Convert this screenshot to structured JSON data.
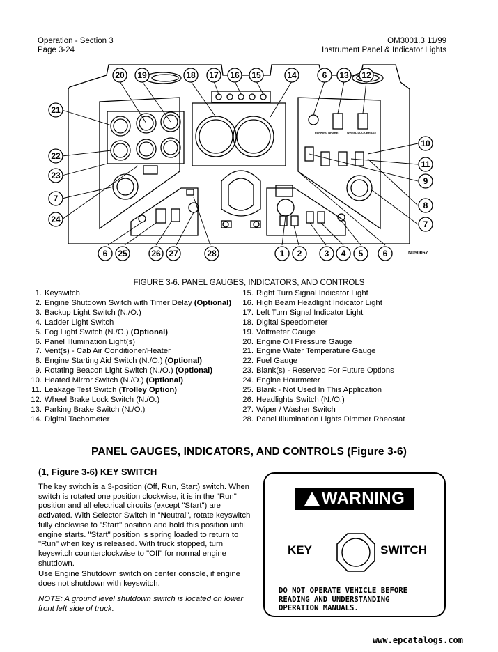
{
  "header": {
    "section": "Operation - Section 3",
    "page": "Page 3-24",
    "doc_id": "OM3001.3 11/99",
    "chapter": "Instrument Panel & Indicator Lights"
  },
  "diagram": {
    "callouts_top": [
      "20",
      "19",
      "18",
      "17",
      "16",
      "15",
      "14",
      "6",
      "13",
      "12"
    ],
    "callouts_left": [
      "21",
      "22",
      "23",
      "7",
      "24"
    ],
    "callouts_right": [
      "10",
      "11",
      "9",
      "8",
      "7"
    ],
    "callouts_bottom": [
      "6",
      "25",
      "26",
      "27",
      "28",
      "1",
      "2",
      "3",
      "4",
      "5",
      "6"
    ],
    "drawing_number": "N050067",
    "panel_labels": {
      "parking_brake": "PARKING BRAKE",
      "wheel_lock_brake": "WHEEL LOCK BRAKE"
    }
  },
  "figure_caption": "FIGURE 3-6. PANEL GAUGES, INDICATORS, AND CONTROLS",
  "legend_left": [
    {
      "num": "1.",
      "text": "Keyswitch",
      "bold": ""
    },
    {
      "num": "2.",
      "text": "Engine Shutdown Switch with Timer Delay ",
      "bold": "(Optional)"
    },
    {
      "num": "3.",
      "text": "Backup Light Switch (N./O.)",
      "bold": ""
    },
    {
      "num": "4.",
      "text": "Ladder Light Switch",
      "bold": ""
    },
    {
      "num": "5.",
      "text": "Fog Light Switch (N./O.) ",
      "bold": "(Optional)"
    },
    {
      "num": "6.",
      "text": "Panel Illumination Light(s)",
      "bold": ""
    },
    {
      "num": "7.",
      "text": "Vent(s) - Cab Air Conditioner/Heater",
      "bold": ""
    },
    {
      "num": "8.",
      "text": "Engine Starting Aid Switch (N./O.) ",
      "bold": "(Optional)"
    },
    {
      "num": "9.",
      "text": "Rotating Beacon Light Switch (N./O.) ",
      "bold": "(Optional)"
    },
    {
      "num": "10.",
      "text": "Heated Mirror Switch (N./O.) ",
      "bold": "(Optional)"
    },
    {
      "num": "11.",
      "text": "Leakage Test Switch ",
      "bold": "(Trolley Option)"
    },
    {
      "num": "12.",
      "text": "Wheel Brake Lock Switch (N./O.)",
      "bold": ""
    },
    {
      "num": "13.",
      "text": "Parking Brake Switch (N./O.)",
      "bold": ""
    },
    {
      "num": "14.",
      "text": "Digital Tachometer",
      "bold": ""
    }
  ],
  "legend_right": [
    {
      "num": "15.",
      "text": "Right Turn Signal Indicator Light"
    },
    {
      "num": "16.",
      "text": "High Beam Headlight Indicator Light"
    },
    {
      "num": "17.",
      "text": "Left Turn Signal Indicator Light"
    },
    {
      "num": "18.",
      "text": "Digital Speedometer"
    },
    {
      "num": "19.",
      "text": "Voltmeter Gauge"
    },
    {
      "num": "20.",
      "text": "Engine Oil Pressure Gauge"
    },
    {
      "num": "21.",
      "text": "Engine Water Temperature Gauge"
    },
    {
      "num": "22.",
      "text": "Fuel Gauge"
    },
    {
      "num": "23.",
      "text": "Blank(s) - Reserved For Future Options"
    },
    {
      "num": "24.",
      "text": "Engine Hourmeter"
    },
    {
      "num": "25.",
      "text": "Blank - Not Used In This Application"
    },
    {
      "num": "26.",
      "text": "Headlights Switch (N./O.)"
    },
    {
      "num": "27.",
      "text": "Wiper / Washer Switch"
    },
    {
      "num": "28.",
      "text": "Panel Illumination Lights Dimmer Rheostat"
    }
  ],
  "section_title": "PANEL GAUGES, INDICATORS, AND CONTROLS (Figure 3-6)",
  "subsection_title": "(1, Figure 3-6) KEY SWITCH",
  "body_paragraph_1": {
    "part1": "The key switch is a 3-position (Off, Run, Start) switch. When switch is rotated one position clockwise, it is in the \"Run\" position and all electrical circuits (except \"Start\") are activated. With Selector Switch in \"",
    "neutral_bold": "N",
    "part2": "eutral\", rotate keyswitch fully clockwise to \"Start\" position and hold this position until engine starts. \"Start\" position is spring loaded to return to \"Run\" when key is released. With truck stopped, turn keyswitch counterclockwise to \"Off\" for ",
    "underlined": "normal",
    "part3": " engine shutdown."
  },
  "body_paragraph_2": "Use Engine Shutdown switch on center console, if engine does not shutdown with keyswitch.",
  "note": "NOTE: A ground level shutdown switch is located on lower front left side of truck.",
  "warning_sign": {
    "banner": "WARNING",
    "left_word": "KEY",
    "right_word": "SWITCH",
    "lines": [
      "DO NOT OPERATE VEHICLE BEFORE",
      "READING AND UNDERSTANDING",
      "OPERATION MANUALS."
    ]
  },
  "footer_url": "www.epcatalogs.com"
}
